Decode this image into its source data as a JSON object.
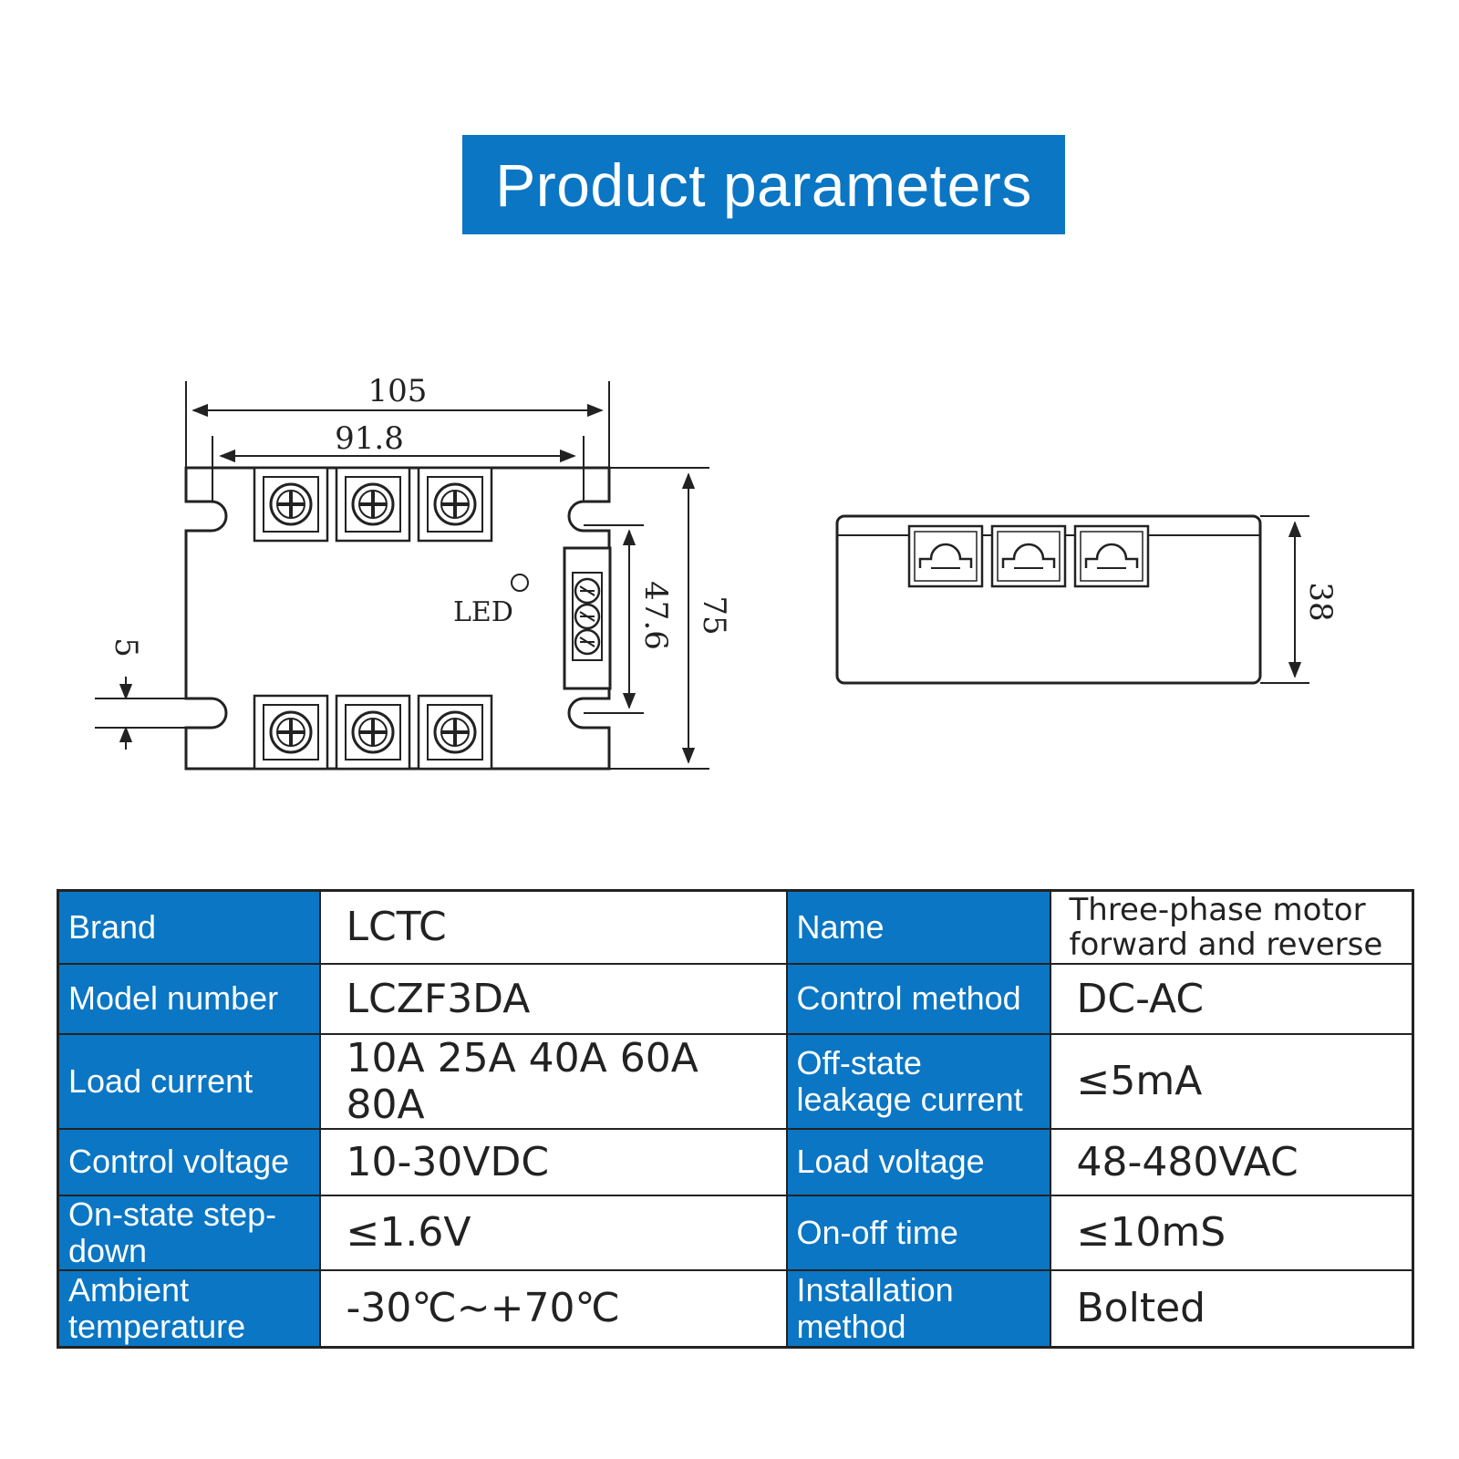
{
  "title": "Product parameters",
  "drawing": {
    "dim_total_width": "105",
    "dim_terminal_width": "91.8",
    "dim_height": "75",
    "dim_inner_height": "47.6",
    "dim_slot": "5",
    "dim_depth": "38",
    "led_label": "LED"
  },
  "params": [
    {
      "k1": "Brand",
      "v1": "LCTC",
      "k2": "Name",
      "v2": "Three-phase motor forward and reverse"
    },
    {
      "k1": "Model number",
      "v1": "LCZF3DA",
      "k2": "Control method",
      "v2": "DC-AC"
    },
    {
      "k1": "Load current",
      "v1": "10A 25A 40A 60A 80A",
      "k2": "Off-state leakage current",
      "v2": "≤5mA"
    },
    {
      "k1": "Control voltage",
      "v1": "10-30VDC",
      "k2": "Load voltage",
      "v2": "48-480VAC"
    },
    {
      "k1": "On-state step-down",
      "v1": "≤1.6V",
      "k2": "On-off time",
      "v2": "≤10mS"
    },
    {
      "k1": "Ambient temperature",
      "v1": "-30℃~+70℃",
      "k2": "Installation method",
      "v2": "Bolted"
    }
  ]
}
